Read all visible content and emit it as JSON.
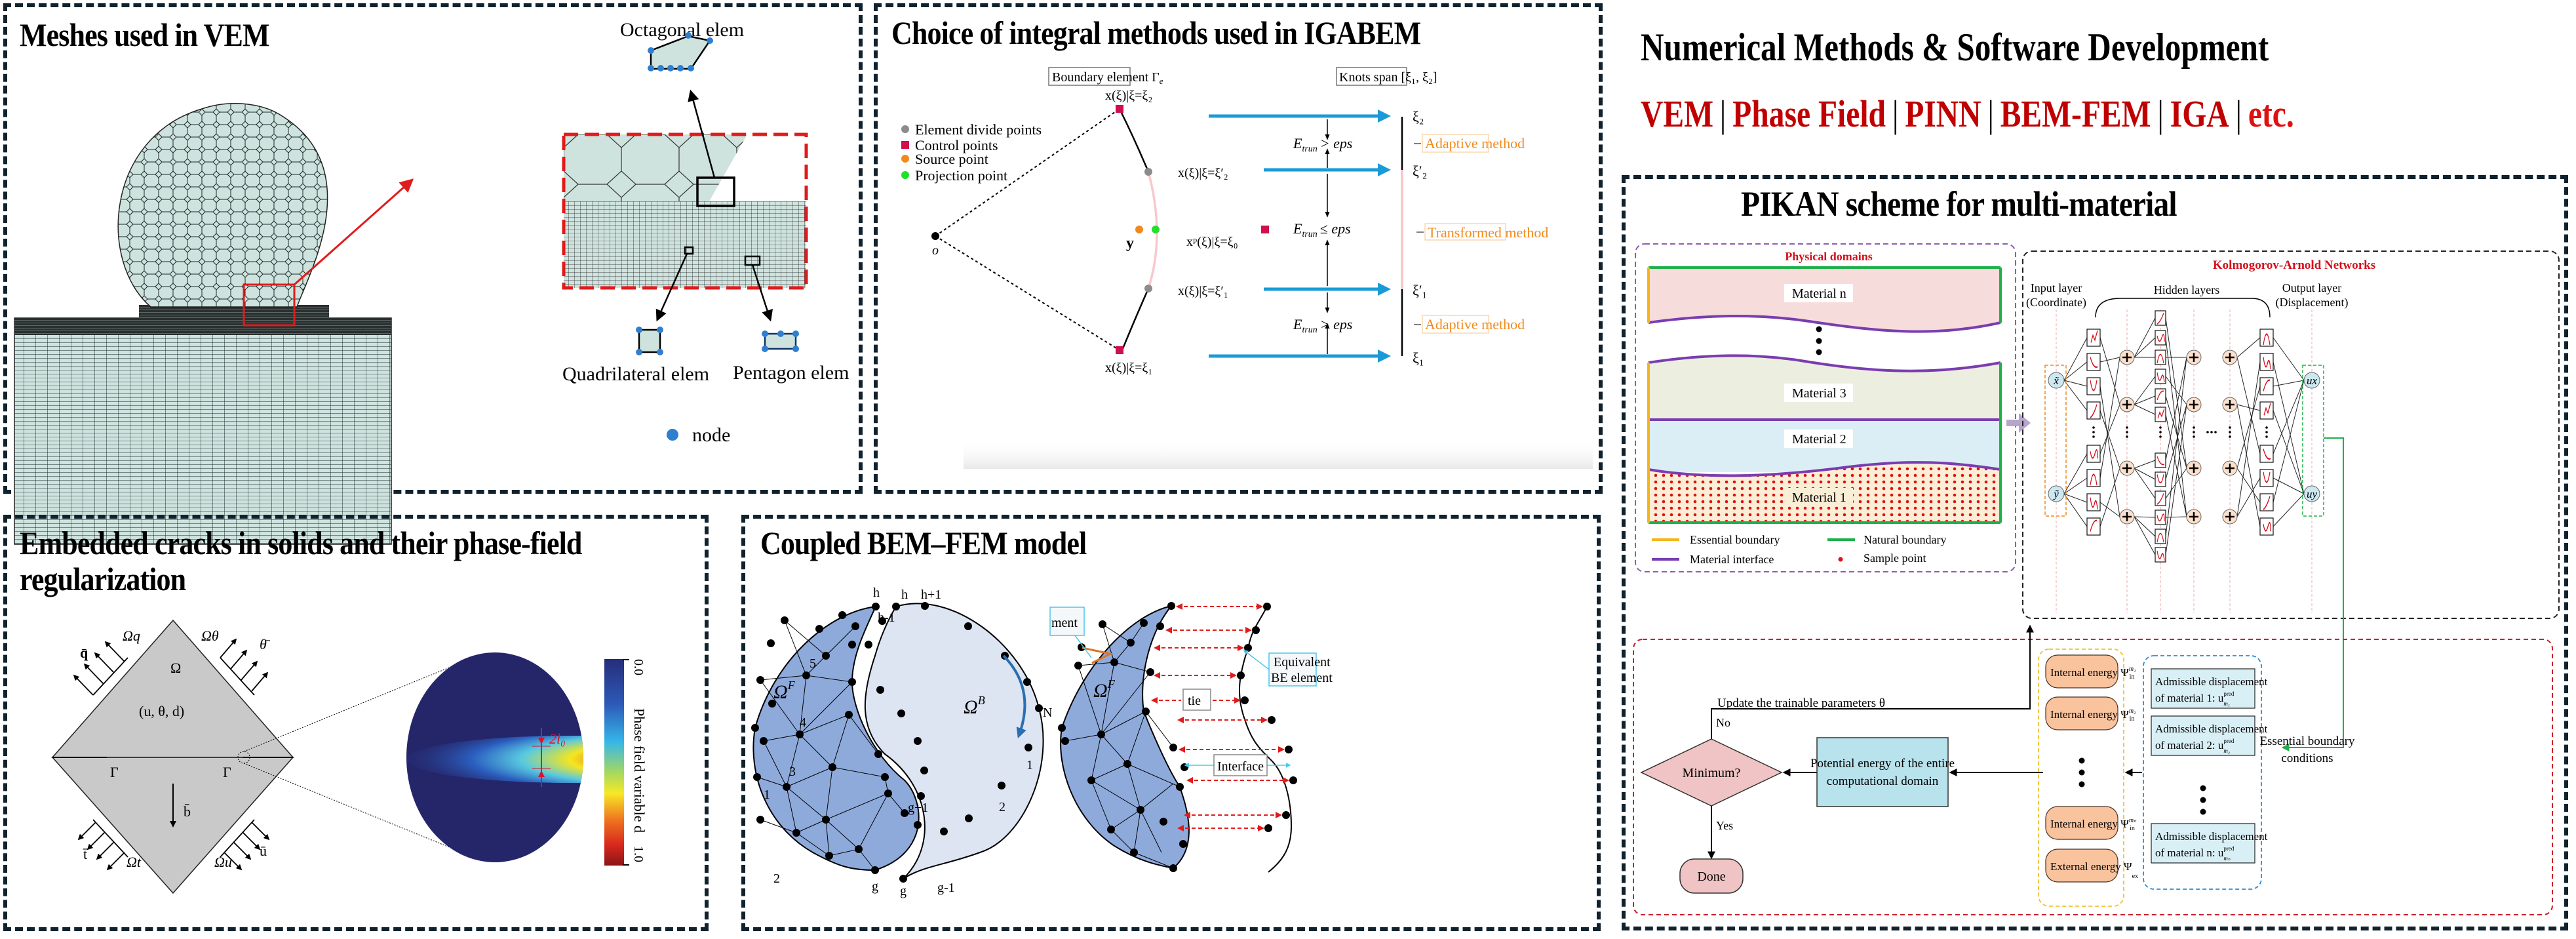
{
  "header": {
    "title": "Numerical Methods & Software Development",
    "methods": [
      "VEM",
      "Phase Field",
      "PINN",
      "BEM-FEM",
      "IGA",
      "etc."
    ],
    "separator": "|",
    "accent_color": "#c00000"
  },
  "vem": {
    "title": "Meshes used in VEM",
    "labels": {
      "octagonal": "Octagonal elem",
      "quadrilateral": "Quadrilateral elem",
      "pentagon": "Pentagon elem",
      "node": "node"
    },
    "colors": {
      "mesh_fill": "#cfe3de",
      "node": "#2f7fd0",
      "highlight": "#e01b1b"
    }
  },
  "igabem": {
    "title": "Choice of integral methods used in IGABEM",
    "box_left": "Boundary element Γ",
    "box_left_sub": "e",
    "box_right": "Knots span [ξ₁, ξ₂]",
    "legend": [
      {
        "label": "Element divide points",
        "color": "#8c8c8c",
        "shape": "circle"
      },
      {
        "label": "Control points",
        "color": "#d0104c",
        "shape": "square"
      },
      {
        "label": "Source point",
        "color": "#f08a1c",
        "shape": "circle"
      },
      {
        "label": "Projection point",
        "color": "#22e02a",
        "shape": "circle"
      }
    ],
    "point_labels": {
      "top": "x(ξ)|ξ=ξ₂",
      "upper": "x(ξ)|ξ=ξ′₂",
      "proj": "xᵖ(ξ)|ξ=ξ₀",
      "lower": "x(ξ)|ξ=ξ′₁",
      "bottom": "x(ξ)|ξ=ξ₁",
      "origin": "o",
      "source": "y"
    },
    "conditions": [
      "E_trun > eps",
      "E_trun ≤ eps",
      "E_trun > eps"
    ],
    "cond_main": "E",
    "cond_sub": "trun",
    "cond_ops": [
      "> eps",
      "≤ eps",
      "> eps"
    ],
    "knots": [
      "ξ₂",
      "ξ′₂",
      "ξ′₁",
      "ξ₁"
    ],
    "methods": [
      "Adaptive method",
      "Transformed method",
      "Adaptive method"
    ],
    "colors": {
      "arrow": "#1a9ad6",
      "method": "#f08a1c",
      "arc_mid": "#f7c9cc"
    }
  },
  "cracks": {
    "title_line1": "Embedded cracks in solids and their phase-field",
    "title_line2": "regularization",
    "labels": {
      "omega": "Ω",
      "fields": "(u, θ, d)",
      "gamma_left": "Γ",
      "gamma_right": "Γ",
      "omega_q": "Ωq",
      "omega_theta": "Ωθ",
      "omega_t": "Ωt",
      "omega_u": "Ωu",
      "q_bar": "q̄",
      "theta_bar": "θ̄",
      "t_bar": "t̄",
      "u_bar": "ū",
      "b_bar": "b̄",
      "width": "2l₀"
    },
    "colorbar": {
      "label": "Phase field variable d",
      "min": "0.0",
      "max": "1.0"
    }
  },
  "bemfem": {
    "title": "Coupled BEM–FEM model",
    "labels": {
      "omega_f": "Ω",
      "omega_f_sup": "F",
      "omega_b": "Ω",
      "omega_b_sup": "B",
      "h": "h",
      "h_plus": "h+1",
      "h_minus": "h-1",
      "h2": "h",
      "g": "g",
      "g_plus": "g+1",
      "g_minus": "g-1",
      "g2": "g",
      "N": "N",
      "one": "1",
      "two": "2",
      "fe1": "1",
      "fe2": "2",
      "fe3": "3",
      "fe4": "4",
      "fe5": "5",
      "element_partial": "ment",
      "equivalent_line1": "Equivalent",
      "equivalent_line2": "BE element",
      "tie": "tie",
      "interface": "Interface"
    },
    "colors": {
      "fem_fill": "#8eaadb",
      "bem_fill": "#dde4f2"
    }
  },
  "pikan": {
    "title": "PIKAN scheme for multi-material",
    "physical": {
      "title": "Physical domains",
      "materials": [
        "Material n",
        "Material 3",
        "Material 2",
        "Material 1"
      ],
      "legend": [
        {
          "label": "Essential boundary",
          "color": "#f5b51a"
        },
        {
          "label": "Natural boundary",
          "color": "#1fb04a"
        },
        {
          "label": "Material interface",
          "color": "#7a3db0"
        },
        {
          "label": "Sample point",
          "color": "#e01010"
        }
      ]
    },
    "kan": {
      "title": "Kolmogorov-Arnold Networks",
      "input_label_1": "Input layer",
      "input_label_2": "(Coordinate)",
      "hidden_label": "Hidden layers",
      "output_label_1": "Output layer",
      "output_label_2": "(Displacement)",
      "inputs": [
        "x̃",
        "ỹ"
      ],
      "outputs": [
        "ux",
        "uy"
      ]
    },
    "flow": {
      "update": "Update the trainable parameters θ",
      "no": "No",
      "yes": "Yes",
      "minimum": "Minimum?",
      "done": "Done",
      "potential_line1": "Potential energy of the entire",
      "potential_line2": "computational domain",
      "energies": [
        "Internal energy Ψ",
        "Internal energy Ψ",
        "Internal energy Ψ",
        "External energy Ψ"
      ],
      "energy_sups": [
        "m₁",
        "m₂",
        "mₙ",
        ""
      ],
      "energy_subs": [
        "in",
        "in",
        "in",
        "ex"
      ],
      "displacements": [
        {
          "line1": "Admissible displacement",
          "line2": "of material 1: u",
          "sub": "m₁"
        },
        {
          "line1": "Admissible displacement",
          "line2": "of material 2: u",
          "sub": "m₂"
        },
        {
          "line1": "Admissible displacement",
          "line2": "of material n: u",
          "sub": "mₙ"
        }
      ],
      "pred": "pred",
      "essential_line1": "Essential boundary",
      "essential_line2": "conditions"
    }
  }
}
